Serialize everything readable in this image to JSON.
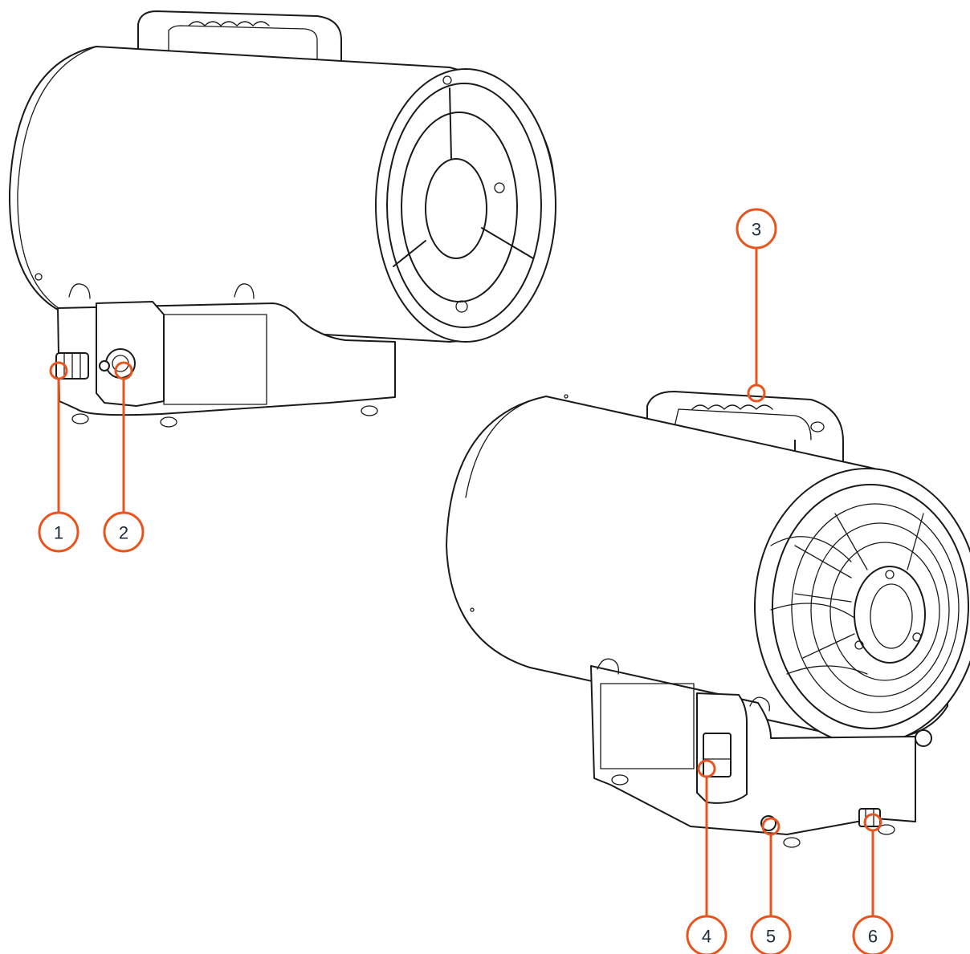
{
  "colors": {
    "accent": "#e8541d",
    "label_text": "#1c2b3a",
    "line_art": "#1a1a1a"
  },
  "callouts": [
    {
      "label": "1"
    },
    {
      "label": "2"
    },
    {
      "label": "3"
    },
    {
      "label": "4"
    },
    {
      "label": "5"
    },
    {
      "label": "6"
    }
  ]
}
